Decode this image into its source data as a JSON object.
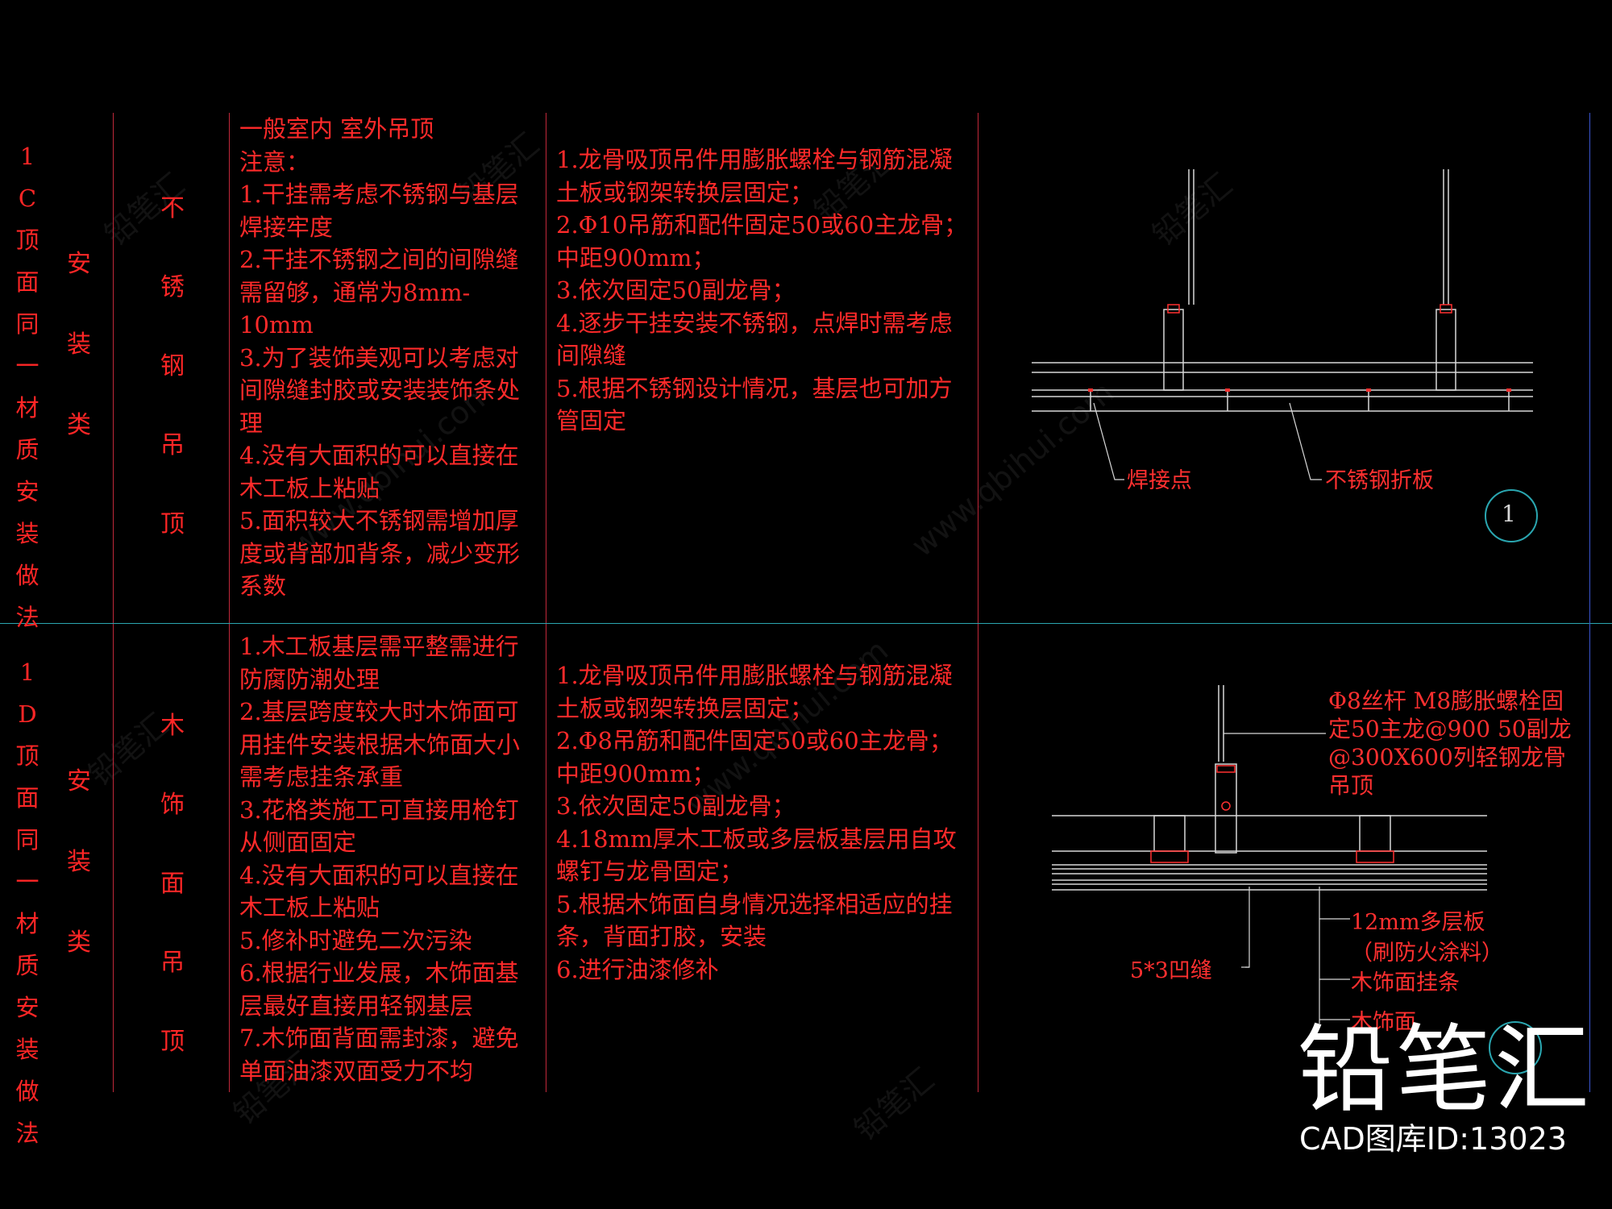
{
  "rows": [
    {
      "code_label": "1C顶面同一材质安装做法",
      "install_label": "安装类",
      "material_label": "不锈钢吊顶",
      "notes": "一般室内 室外吊顶\n注意：\n1.干挂需考虑不锈钢与基层焊接牢度\n2.干挂不锈钢之间的间隙缝需留够，通常为8mm-10mm\n3.为了装饰美观可以考虑对间隙缝封胶或安装装饰条处理\n4.没有大面积的可以直接在木工板上粘贴\n5.面积较大不锈钢需增加厚度或背部加背条，减少变形系数",
      "steps": "1.龙骨吸顶吊件用膨胀螺栓与钢筋混凝土板或钢架转换层固定；\n2.Φ10吊筋和配件固定50或60主龙骨；中距900mm；\n3.依次固定50副龙骨；\n4.逐步干挂安装不锈钢，点焊时需考虑间隙缝\n5.根据不锈钢设计情况，基层也可加方管固定",
      "drawing": {
        "labels": [
          "焊接点",
          "不锈钢折板"
        ],
        "detail_number": "1"
      }
    },
    {
      "code_label": "1D顶面同一材质安装做法",
      "install_label": "安装类",
      "material_label": "木饰面吊顶",
      "notes": "1.木工板基层需平整需进行防腐防潮处理\n2.基层跨度较大时木饰面可用挂件安装根据木饰面大小需考虑挂条承重\n3.花格类施工可直接用枪钉从侧面固定\n4.没有大面积的可以直接在木工板上粘贴\n5.修补时避免二次污染\n6.根据行业发展，木饰面基层最好直接用轻钢基层\n7.木饰面背面需封漆，避免单面油漆双面受力不均",
      "steps": "1.龙骨吸顶吊件用膨胀螺栓与钢筋混凝土板或钢架转换层固定；\n2.Φ8吊筋和配件固定50或60主龙骨；中距900mm；\n3.依次固定50副龙骨；\n4.18mm厚木工板或多层板基层用自攻螺钉与龙骨固定；\n5.根据木饰面自身情况选择相适应的挂条，背面打胶，安装\n6.进行油漆修补",
      "drawing": {
        "callout_top": "Φ8丝杆 M8膨胀螺栓固\n定50主龙@900 50副龙\n@300X600列轻钢龙骨\n吊顶",
        "labels": [
          "12mm多层板",
          "（刷防火涂料）",
          "木饰面挂条",
          "木饰面",
          "5*3凹缝"
        ]
      }
    }
  ],
  "branding": {
    "logo_text": "铅笔汇",
    "id_text": "CAD图库ID:13023",
    "watermark_domain": "www.qbihui.com",
    "watermark_cn": "铅笔汇"
  },
  "colors": {
    "text": "#ff2626",
    "grid_line": "#c0283a",
    "divider": "#2aa6b0",
    "drawing_line": "#d8d8d8",
    "drawing_accent": "#ff3030",
    "background": "#000000"
  }
}
